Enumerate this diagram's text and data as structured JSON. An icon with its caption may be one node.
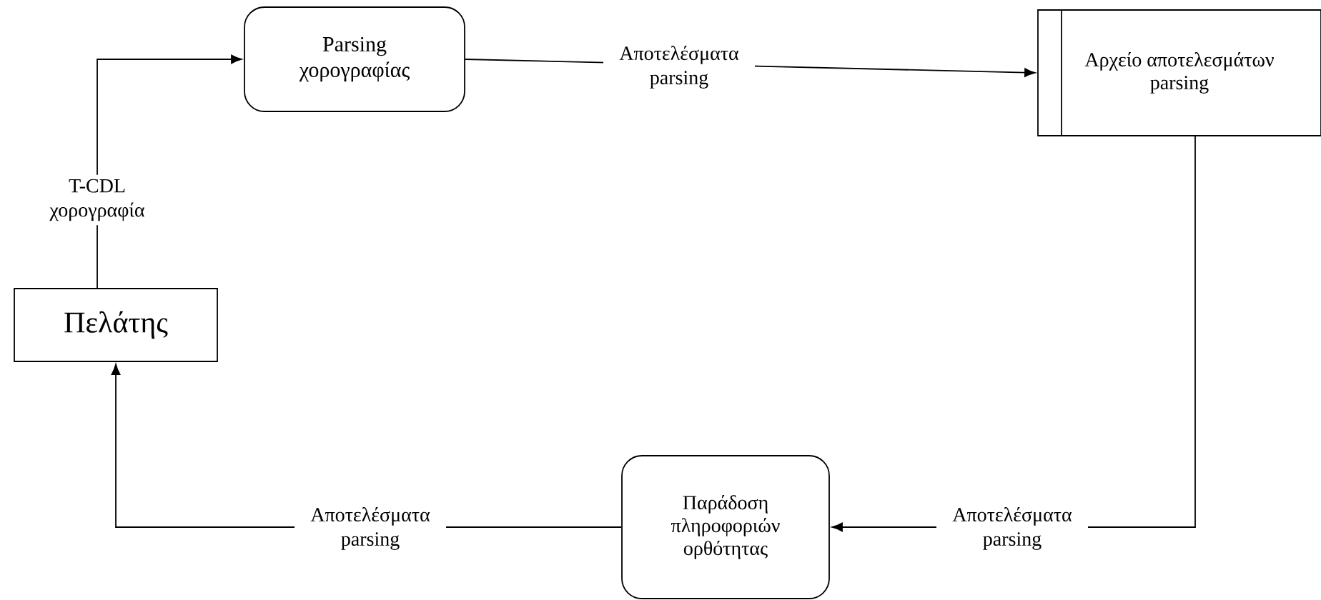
{
  "diagram": {
    "nodes": [
      {
        "text": [
          "Parsing χορογραφίας"
        ]
      },
      {
        "text": [
          "Αρχείο αποτελεσμάτων parsing"
        ]
      },
      {
        "text": [
          "Πελάτης"
        ]
      },
      {
        "text": [
          "Παράδοση πληροφοριών ορθότητας"
        ]
      }
    ],
    "edges": [
      {
        "from": 2,
        "to": 0,
        "arrow": "to",
        "label": "T-CDL χορογραφία"
      },
      {
        "from": 0,
        "to": 1,
        "arrow": "to",
        "label": "Αποτελέσματα parsing"
      },
      {
        "from": 1,
        "to": 3,
        "arrow": "to",
        "label": "Αποτελέσματα parsing"
      },
      {
        "from": 3,
        "to": 2,
        "arrow": "to",
        "label": "Αποτελέσματα parsing"
      }
    ]
  }
}
